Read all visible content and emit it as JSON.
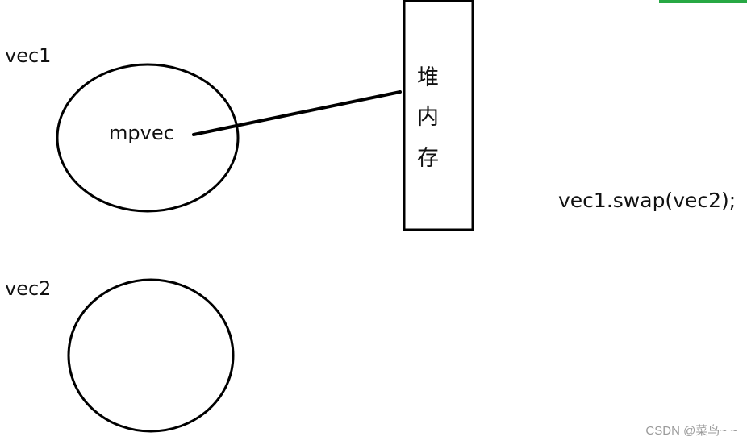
{
  "labels": {
    "vec1": "vec1",
    "vec2": "vec2",
    "mpvec": "mpvec",
    "swap_call": "vec1.swap(vec2);"
  },
  "heap_box": {
    "chars": [
      "堆",
      "内",
      "存"
    ]
  },
  "watermark": "CSDN @菜鸟~ ~",
  "colors": {
    "stroke": "#000000",
    "text": "#111111",
    "accent_bar": "#27a844",
    "watermark": "#9a9a9a"
  }
}
